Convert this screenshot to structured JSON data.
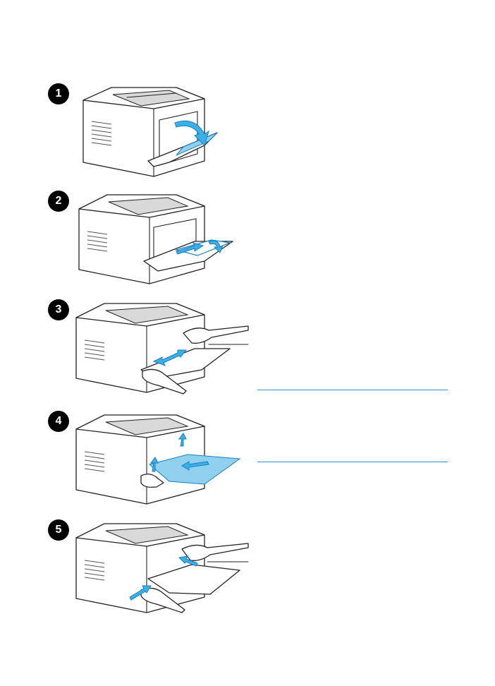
{
  "steps": [
    {
      "number": "1",
      "action": "open-multipurpose-tray"
    },
    {
      "number": "2",
      "action": "pull-out-tray-extension"
    },
    {
      "number": "3",
      "action": "adjust-side-guides"
    },
    {
      "number": "4",
      "action": "load-paper"
    },
    {
      "number": "5",
      "action": "slide-guides-to-paper"
    }
  ],
  "accent_color": "#2a8fd6",
  "arrow_color": "#3ab0e6"
}
